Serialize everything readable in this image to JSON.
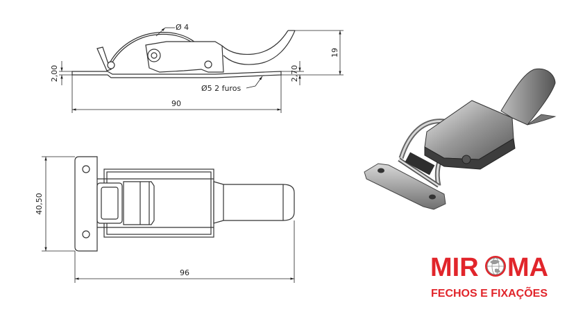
{
  "dimensions": {
    "hole_small": "Ø 4",
    "height_total": "19",
    "thickness_left": "2,00",
    "thickness_right": "2,70",
    "holes_note": "Ø5  2 furos",
    "length_side": "90",
    "width_top": "40,50",
    "length_top": "96"
  },
  "logo": {
    "brand_left": "MIR",
    "brand_right": "MA",
    "tagline": "FECHOS E FIXAÇÕES",
    "color": "#e1252b"
  }
}
